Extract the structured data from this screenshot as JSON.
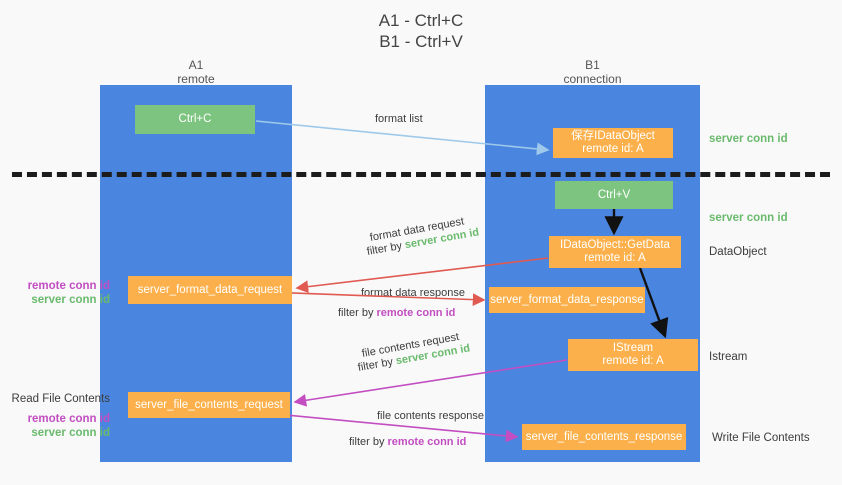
{
  "title": "A1 - Ctrl+C\nB1 - Ctrl+V",
  "lanes": {
    "left": {
      "label": "A1\nremote"
    },
    "right": {
      "label": "B1\nconnection"
    }
  },
  "nodes": {
    "ctrl_c": "Ctrl+C",
    "save_idataobject": "保存IDataObject\nremote id: A",
    "ctrl_v": "Ctrl+V",
    "getdata": "IDataObject::GetData\nremote id: A",
    "server_format_data_request": "server_format_data_request",
    "server_format_data_response": "server_format_data_response",
    "istream": "IStream\nremote id: A",
    "server_file_contents_request": "server_file_contents_request",
    "server_file_contents_response": "server_file_contents_response"
  },
  "edges": {
    "format_list": "format list",
    "format_data_request": "format data request",
    "format_data_request_filter_prefix": "filter by ",
    "format_data_request_filter_value": "server conn id",
    "format_data_response": "format data response",
    "format_data_response_filter_prefix": "filter by ",
    "format_data_response_filter_value": "remote conn id",
    "file_contents_request": "file contents request",
    "file_contents_request_filter_prefix": "filter by ",
    "file_contents_request_filter_value": "server conn id",
    "file_contents_response": "file contents response",
    "file_contents_response_filter_prefix": "filter by ",
    "file_contents_response_filter_value": "remote conn id"
  },
  "annotations": {
    "server_conn_id_top": "server conn id",
    "server_conn_id_second": "server conn id",
    "dataobject": "DataObject",
    "istream": "Istream",
    "write_file_contents": "Write File Contents",
    "read_file_contents": "Read File Contents",
    "remote_conn_id_mid": "remote conn id",
    "server_conn_id_mid": "server conn id",
    "remote_conn_id_bottom": "remote conn id",
    "server_conn_id_bottom": "server conn id"
  },
  "colors": {
    "lane": "#4a86e0",
    "green_node": "#7cc47f",
    "orange_node": "#fbb04b",
    "server_conn_text": "#6aba6d",
    "remote_conn_text": "#c24ec2",
    "arrow_light_blue": "#9ec9ea",
    "arrow_red": "#e05a52",
    "arrow_magenta": "#c24ec2",
    "arrow_black": "#111111",
    "background": "#f9f9f9"
  }
}
